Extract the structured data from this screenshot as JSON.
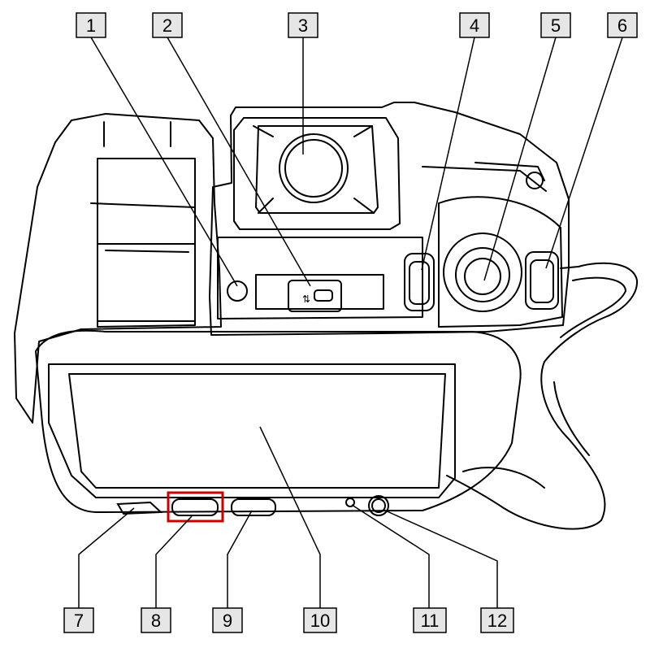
{
  "callouts": [
    {
      "number": "1"
    },
    {
      "number": "2"
    },
    {
      "number": "3"
    },
    {
      "number": "4"
    },
    {
      "number": "5"
    },
    {
      "number": "6"
    },
    {
      "number": "7"
    },
    {
      "number": "8"
    },
    {
      "number": "9"
    },
    {
      "number": "10"
    },
    {
      "number": "11"
    },
    {
      "number": "12"
    }
  ],
  "colors": {
    "outline": "#000000",
    "label_box_fill": "#e6e6e6",
    "highlight": "#cc0000",
    "background": "#ffffff"
  },
  "highlighted_callout": "8"
}
